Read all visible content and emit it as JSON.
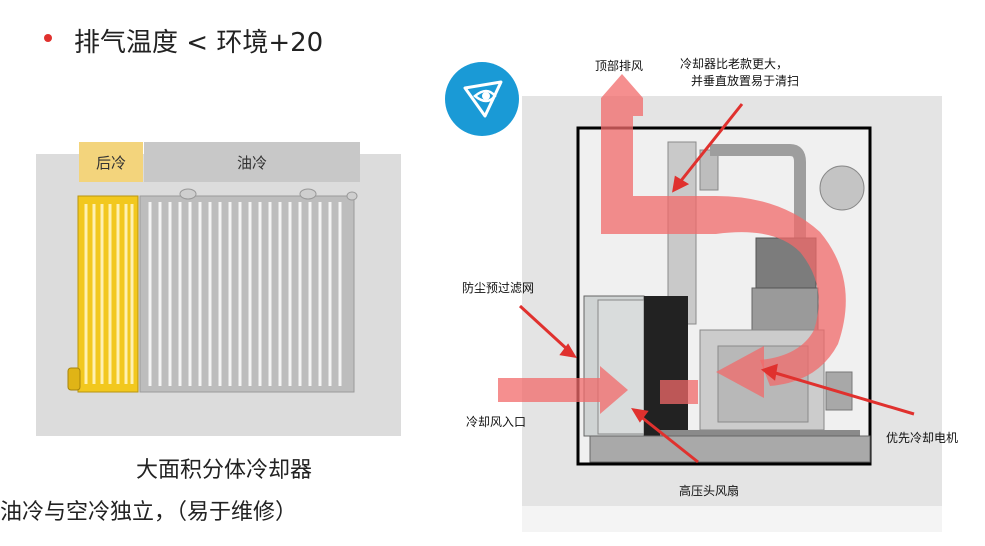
{
  "bullet": {
    "text": "排气温度 < 环境+20"
  },
  "left": {
    "tab_rear": "后冷",
    "tab_oil": "油冷",
    "caption_1": "大面积分体冷却器",
    "caption_2": "油冷与空冷独立，（易于维修）"
  },
  "right": {
    "labels": {
      "top_exhaust": "顶部排风",
      "cooler_line1": "冷却器比老款更大，",
      "cooler_line2": "并垂直放置易于清扫",
      "dust_filter": "防尘预过滤网",
      "cooling_inlet": "冷却风入口",
      "motor_cooling": "优先冷却电机",
      "fan": "高压头风扇"
    }
  },
  "colors": {
    "accent_red": "#e0312e",
    "arrow_pink": "#f26a6a",
    "cooler_yellow": "#f2c81e",
    "icon_blue": "#1a9ad6"
  },
  "icons": {
    "bullet": "bullet-dot-icon",
    "brand": "eye-triangle-icon"
  }
}
